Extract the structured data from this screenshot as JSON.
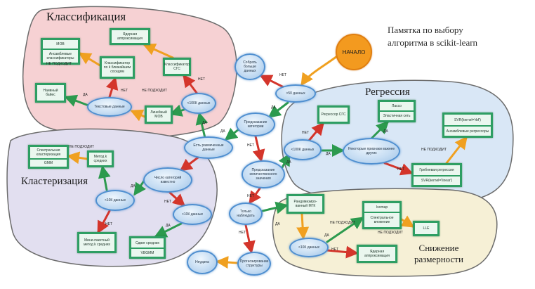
{
  "title": "Памятка по выбору\nалгоритма в scikit-learn",
  "zones": {
    "classification": "Классификация",
    "regression": "Регрессия",
    "clustering": "Кластеризация",
    "dimreduction": "Снижение\nразмерности"
  },
  "start": "НАЧАЛО",
  "nodes": {
    "more_data": "Собрать больше данных",
    "gt50": ">50 данных",
    "predict_category": "Предсказание категории",
    "labeled": "Есть размеченные данные",
    "predict_quantity": "Предсказание количественного значения",
    "just_looking": "Только наблюдать",
    "predict_structure": "Прогнозирование структуры",
    "tough_luck": "Неудача",
    "lt100k_class": "<100К данных",
    "text_data": "Текстовые данные",
    "naive_bayes": "Наивный байес",
    "linear_svc": "Линейный МОВ",
    "knn": "Классификатор по k ближайшим соседям",
    "svc_ensemble": [
      "МОВ",
      "Ансамблевые классификаторы"
    ],
    "sgd_class": "Классификатор СГС",
    "kernel_approx_c": "Ядерная аппроксимация",
    "lt100k_reg": "<100К данных",
    "sgd_reg": "Регрессор СГС",
    "few_features": "Некоторые признаки важнее других",
    "lasso_enet": [
      "Лассо",
      "Эластичная сеть"
    ],
    "svr_rbf_ens": [
      "SVR(kernel='rbf')",
      "Ансамблевые регрессоры"
    ],
    "ridge_svr": [
      "Гребневая регрессия",
      "SVR(kernel='linear')"
    ],
    "num_cat_known": "Число категорий известно",
    "lt10k_known": "<10К данных",
    "kmeans": "Метод k средних",
    "spectral_gmm": [
      "Спектральная кластеризация",
      "GMM"
    ],
    "minibatch": "Мини-пакетный метод k средних",
    "lt10k_unknown": "<10К данных",
    "meanshift_vbgmm": [
      "Сдвиг средних",
      "VBGMM"
    ],
    "randomized_pca": "Рандомизиро-ванный МГК",
    "lt10k_dim": "<10К данных",
    "isomap_spectral": [
      "Isomap",
      "Спектральное вложение"
    ],
    "lle": "LLE",
    "kernel_approx_d": "Ядерная аппроксимация"
  },
  "edge_labels": {
    "yes": "ДА",
    "no": "НЕТ",
    "not_working": "НЕ ПОДХОДИТ"
  }
}
